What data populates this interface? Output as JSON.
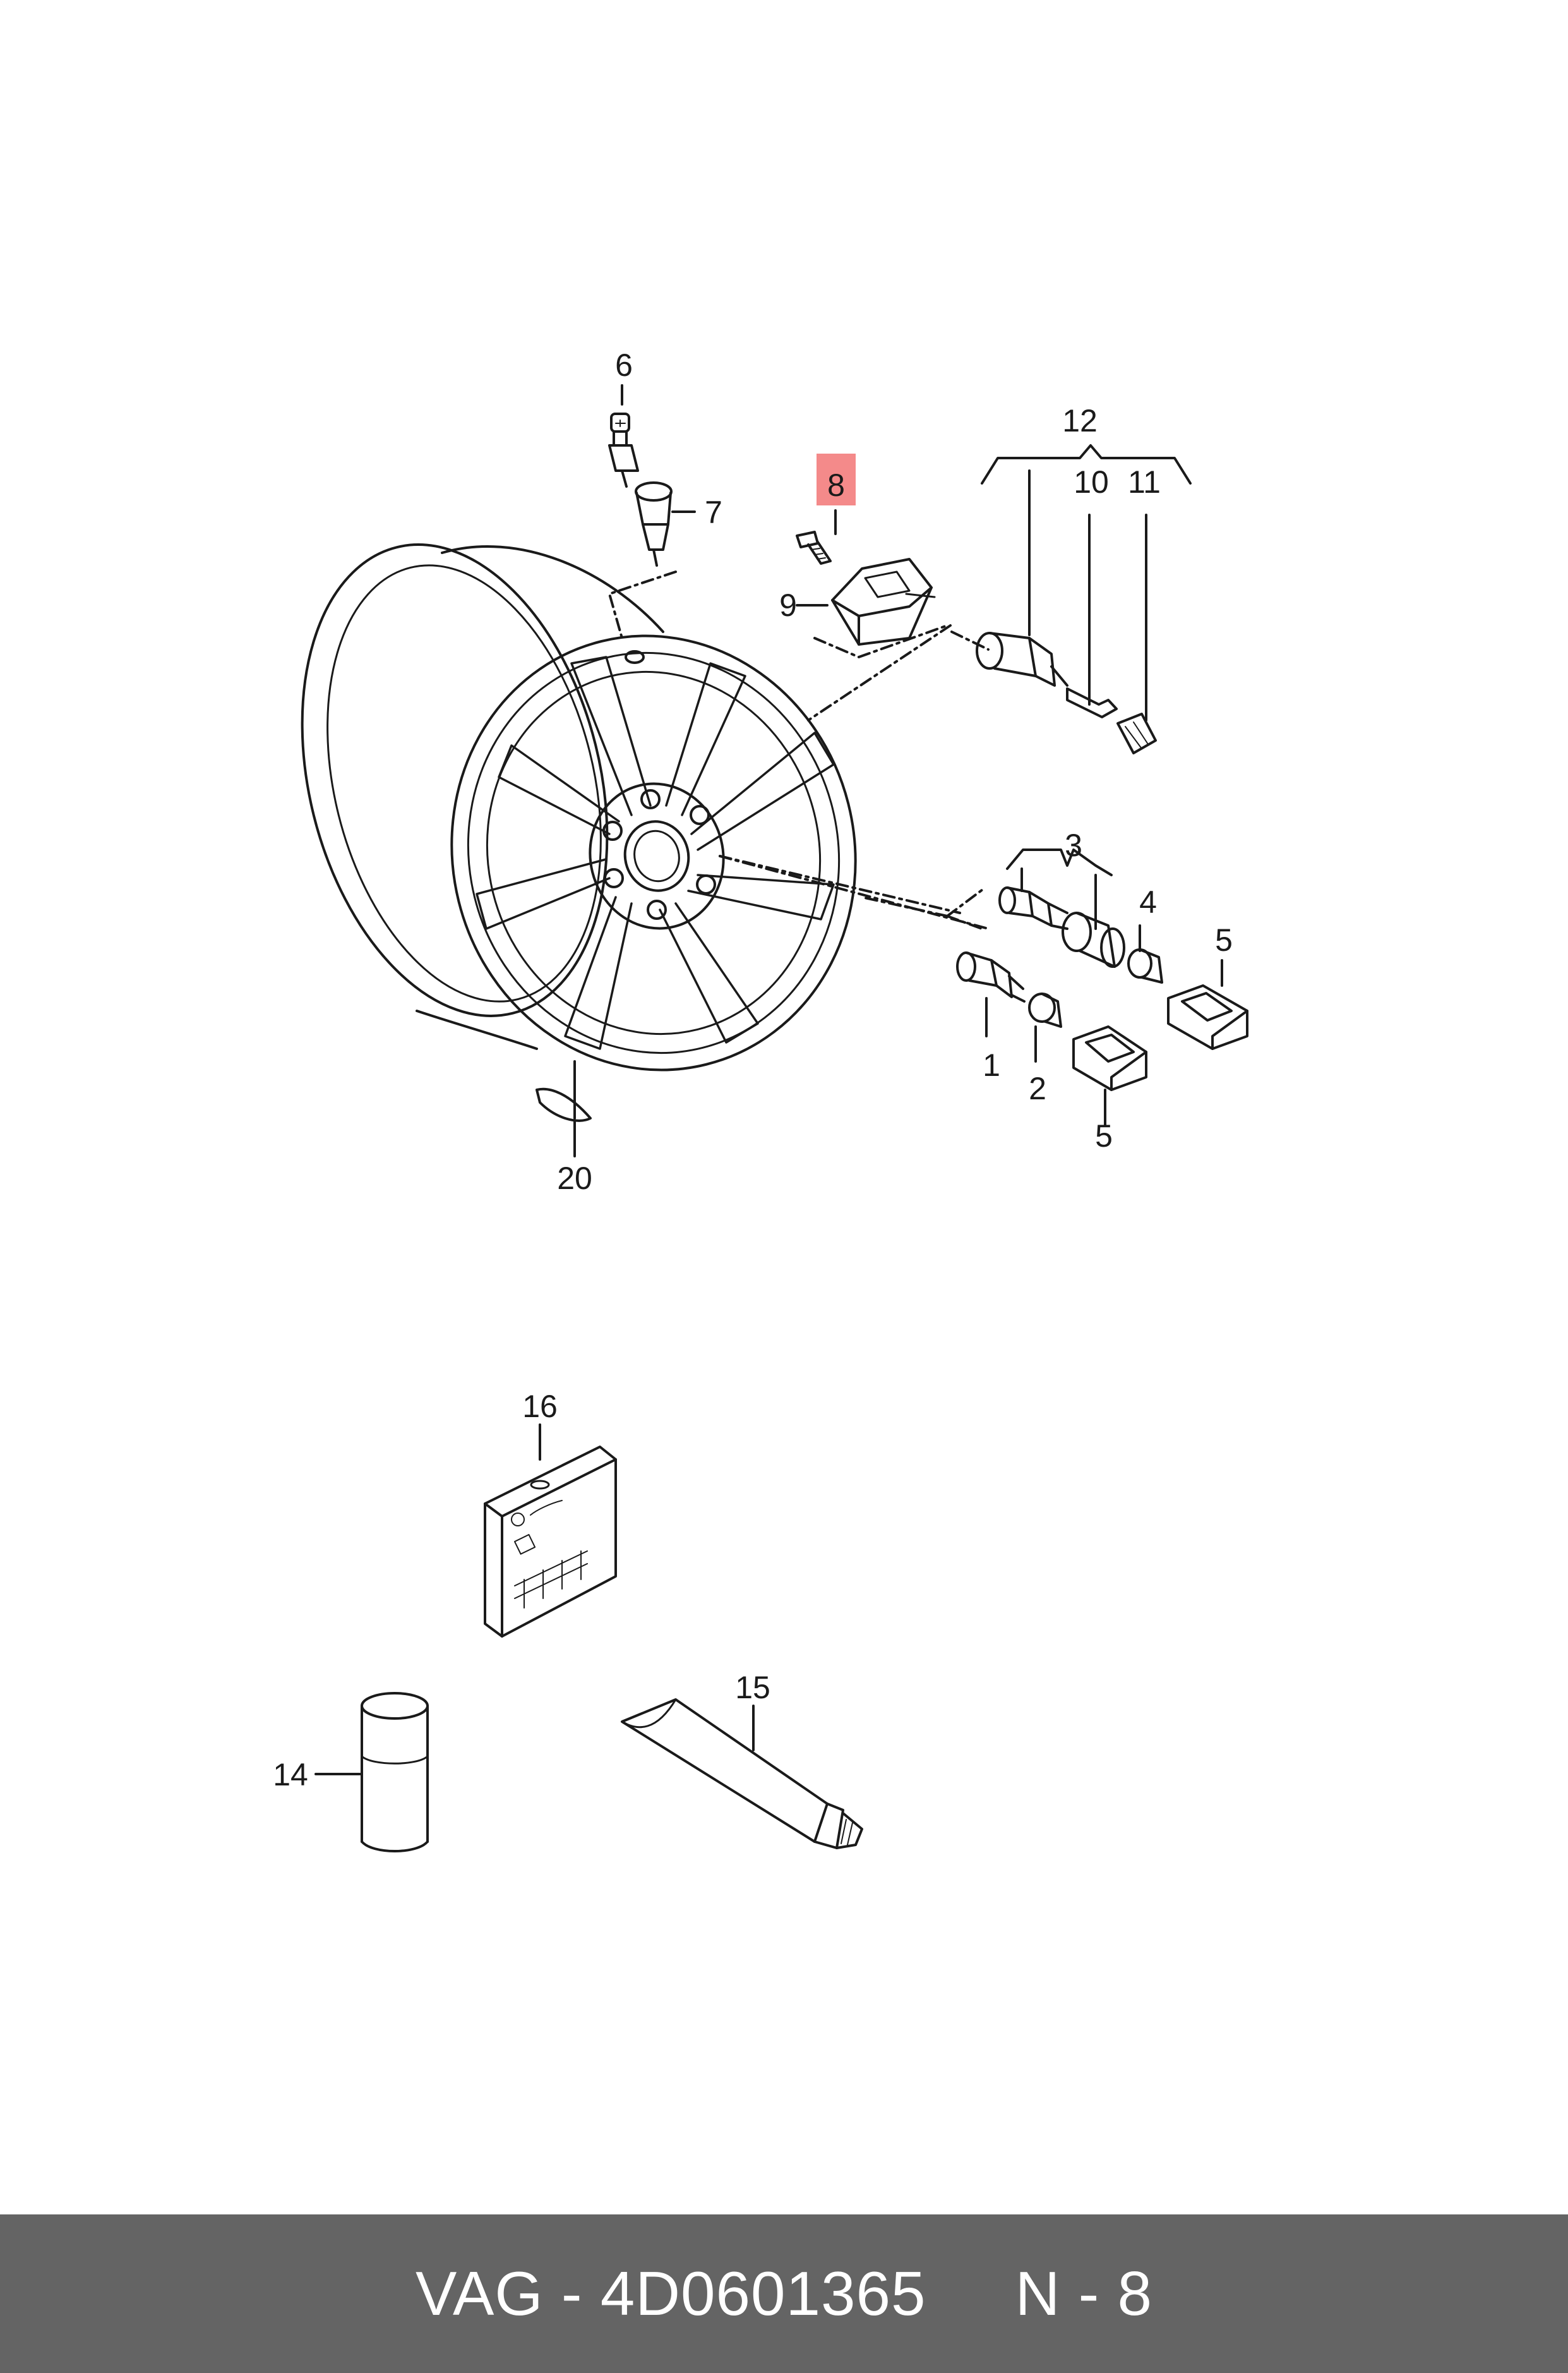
{
  "colors": {
    "highlight": "#f48a8a",
    "line": "#1a1a1a",
    "footer_bg": "#646464",
    "footer_text": "#ffffff"
  },
  "callouts": {
    "c1": "1",
    "c2": "2",
    "c3": "3",
    "c4": "4",
    "c5a": "5",
    "c5b": "5",
    "c6": "6",
    "c7": "7",
    "c8": "8",
    "c9": "9",
    "c10": "10",
    "c11": "11",
    "c12": "12",
    "c14": "14",
    "c15": "15",
    "c16": "16",
    "c20": "20"
  },
  "highlighted_callout": "8",
  "footer": {
    "text": "VAG - 4D0601365     N - 8"
  }
}
